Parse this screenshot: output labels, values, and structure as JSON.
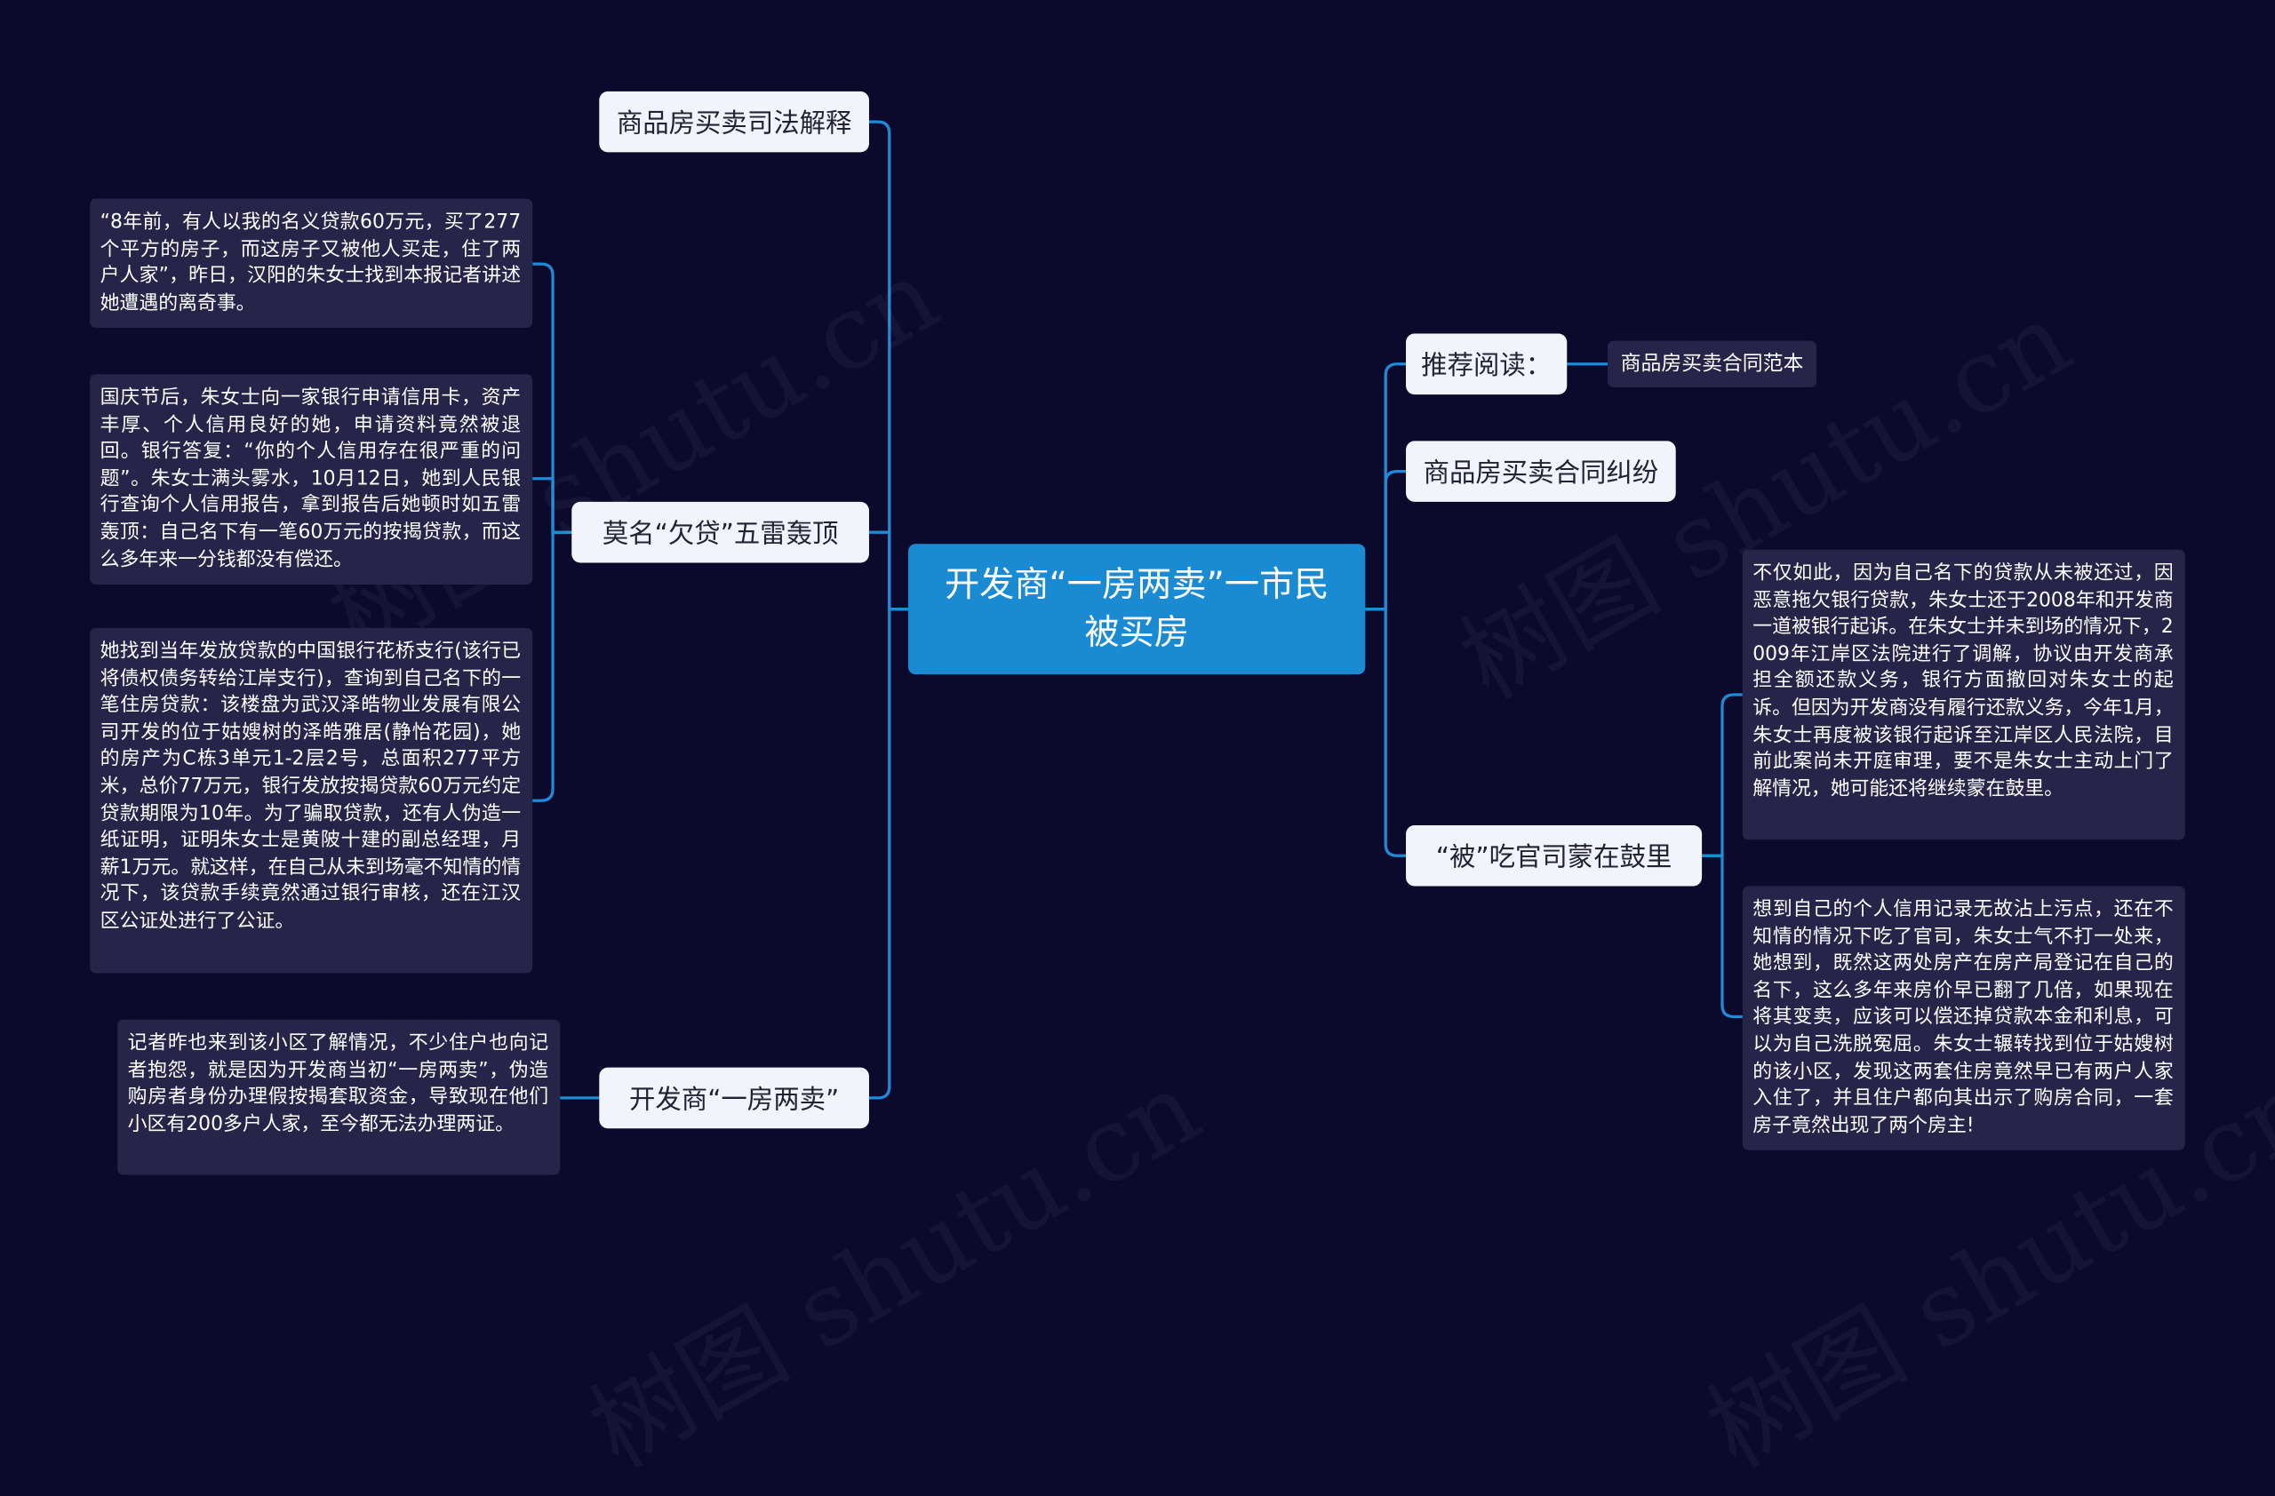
{
  "watermark": "树图 shutu.cn",
  "root": {
    "text": "开发商“一房两卖”一市民被买房"
  },
  "left_topics": [
    {
      "label": "商品房买卖司法解释"
    },
    {
      "label": "莫名“欠贷”五雷轰顶"
    },
    {
      "label": "开发商“一房两卖”"
    }
  ],
  "left_notes": [
    {
      "text": "“8年前，有人以我的名义贷款60万元，买了277个平方的房子，而这房子又被他人买走，住了两户人家”，昨日，汉阳的朱女士找到本报记者讲述她遭遇的离奇事。"
    },
    {
      "text": "国庆节后，朱女士向一家银行申请信用卡，资产丰厚、个人信用良好的她，申请资料竟然被退回。银行答复：“你的个人信用存在很严重的问题”。朱女士满头雾水，10月12日，她到人民银行查询个人信用报告，拿到报告后她顿时如五雷轰顶：自己名下有一笔60万元的按揭贷款，而这么多年来一分钱都没有偿还。"
    },
    {
      "text": "她找到当年发放贷款的中国银行花桥支行(该行已将债权债务转给江岸支行)，查询到自己名下的一笔住房贷款：该楼盘为武汉泽皓物业发展有限公司开发的位于姑嫂树的泽皓雅居(静怡花园)，她的房产为C栋3单元1-2层2号，总面积277平方米，总价77万元，银行发放按揭贷款60万元约定贷款期限为10年。为了骗取贷款，还有人伪造一纸证明，证明朱女士是黄陂十建的副总经理，月薪1万元。就这样，在自己从未到场毫不知情的情况下，该贷款手续竟然通过银行审核，还在江汉区公证处进行了公证。"
    },
    {
      "text": "记者昨也来到该小区了解情况，不少住户也向记者抱怨，就是因为开发商当初“一房两卖”，伪造购房者身份办理假按揭套取资金，导致现在他们小区有200多户人家，至今都无法办理两证。"
    }
  ],
  "right_topics": [
    {
      "label": "推荐阅读："
    },
    {
      "label": "商品房买卖合同纠纷"
    },
    {
      "label": "“被”吃官司蒙在鼓里"
    }
  ],
  "right_sub": {
    "label": "商品房买卖合同范本"
  },
  "right_notes": [
    {
      "text": "不仅如此，因为自己名下的贷款从未被还过，因恶意拖欠银行贷款，朱女士还于2008年和开发商一道被银行起诉。在朱女士并未到场的情况下，2009年江岸区法院进行了调解，协议由开发商承担全额还款义务，银行方面撤回对朱女士的起诉。但因为开发商没有履行还款义务，今年1月，朱女士再度被该银行起诉至江岸区人民法院，目前此案尚未开庭审理，要不是朱女士主动上门了解情况，她可能还将继续蒙在鼓里。"
    },
    {
      "text": "想到自己的个人信用记录无故沾上污点，还在不知情的情况下吃了官司，朱女士气不打一处来，她想到，既然这两处房产在房产局登记在自己的名下，这么多年来房价早已翻了几倍，如果现在将其变卖，应该可以偿还掉贷款本金和利息，可以为自己洗脱冤屈。朱女士辗转找到位于姑嫂树的该小区，发现这两套住房竟然早已有两户人家入住了，并且住户都向其出示了购房合同，一套房子竟然出现了两个房主!"
    }
  ],
  "colors": {
    "background": "#0c0a2c",
    "root": "#1a8ad3",
    "topic": "#f2f4fb",
    "note": "#27244a",
    "link": "#1f8ad6"
  }
}
